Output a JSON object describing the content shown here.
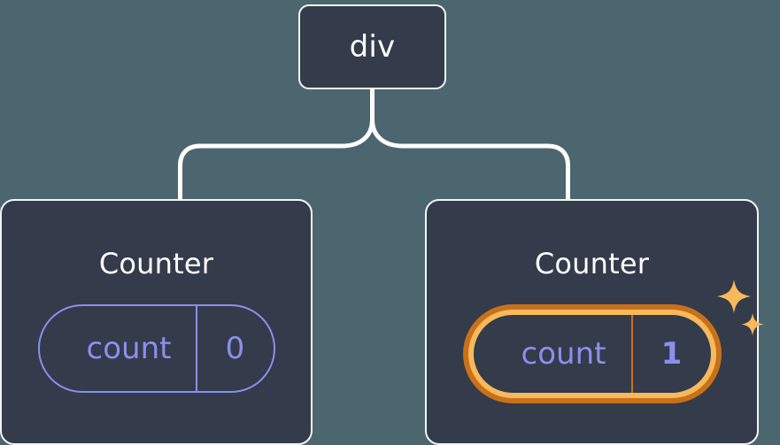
{
  "diagram": {
    "type": "component-tree",
    "background_color": "#4c6670",
    "node_color": "#343b4a",
    "node_border_color": "#f2f5f7",
    "connector_color": "#ffffff",
    "accent_purple": "#8b8fee",
    "highlight_outer_color": "#c9711a",
    "highlight_inner_color": "#f8b95c",
    "sparkle_color": "#f8b95c",
    "root": {
      "label": "div"
    },
    "children": [
      {
        "title": "Counter",
        "state": {
          "key": "count",
          "value": "0"
        },
        "highlighted": false,
        "sparkles": false
      },
      {
        "title": "Counter",
        "state": {
          "key": "count",
          "value": "1"
        },
        "highlighted": true,
        "sparkles": true
      }
    ]
  }
}
